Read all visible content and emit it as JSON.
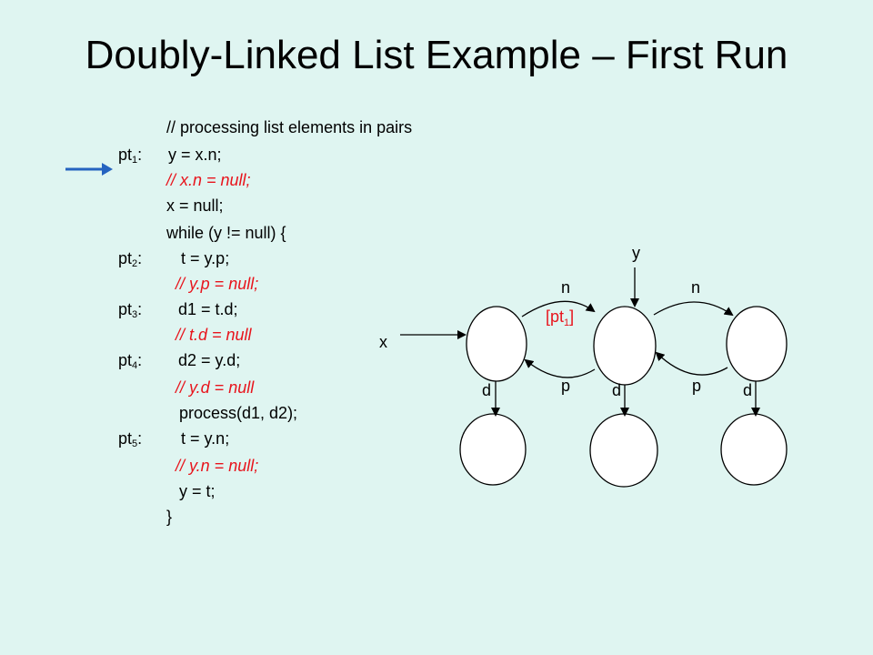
{
  "title": "Doubly-Linked List Example – First Run",
  "code": {
    "comment_header": "// processing list elements in pairs",
    "pt_prefix": "pt",
    "labels": [
      {
        "sub": "1",
        "suffix": ":"
      },
      {
        "sub": "2",
        "suffix": ":"
      },
      {
        "sub": "3",
        "suffix": ":"
      },
      {
        "sub": "4",
        "suffix": ":"
      },
      {
        "sub": "5",
        "suffix": ":"
      }
    ],
    "lines": [
      "y = x.n;",
      "// x.n = null;",
      "x = null;",
      "while (y != null) {",
      "t = y.p;",
      "// y.p = null;",
      "d1 = t.d;",
      "// t.d = null",
      "d2 = y.d;",
      "// y.d = null",
      "process(d1, d2);",
      "t = y.n;",
      "// y.n = null;",
      "y = t;",
      "}"
    ]
  },
  "diagram": {
    "var_x": "x",
    "var_y": "y",
    "edge_n": "n",
    "edge_p": "p",
    "edge_d": "d",
    "annotation_prefix": "[pt",
    "annotation_sub": "1",
    "annotation_suffix": "]",
    "annotation_color": "#e8141c"
  },
  "colors": {
    "background": "#dff5f1",
    "indicator_arrow": "#2563c0",
    "comment": "#e8141c"
  }
}
